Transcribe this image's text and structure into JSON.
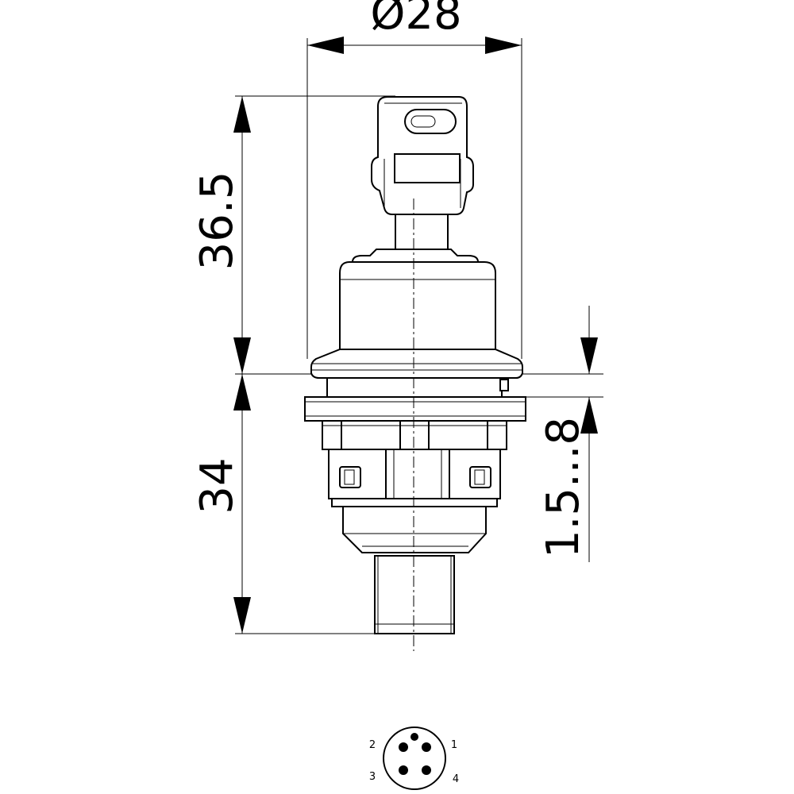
{
  "drawing": {
    "dimensions": {
      "diameter": "Ø28",
      "height_top": "36.5",
      "height_bottom": "34",
      "panel_range": "1.5...8"
    },
    "connector": {
      "pins": [
        "1",
        "2",
        "3",
        "4"
      ]
    }
  }
}
